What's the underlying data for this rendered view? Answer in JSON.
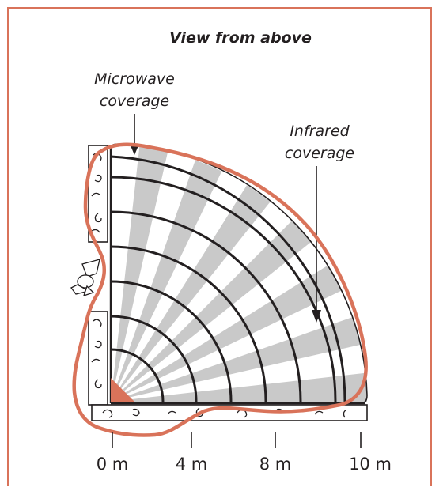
{
  "title": "View from above",
  "labels": {
    "microwave": [
      "Microwave",
      "coverage"
    ],
    "infrared": [
      "Infrared",
      "coverage"
    ]
  },
  "axis": {
    "ticks": [
      "0 m",
      "4 m",
      "8 m",
      "10 m"
    ]
  },
  "colors": {
    "frame": "#d9735a",
    "microwave": "#d9735a",
    "infrared_band": "#c9c9c9",
    "ink": "#231f20",
    "detector": "#d9735a"
  },
  "icons": [
    "person-walking-icon",
    "detector-icon",
    "wall-hatching"
  ]
}
